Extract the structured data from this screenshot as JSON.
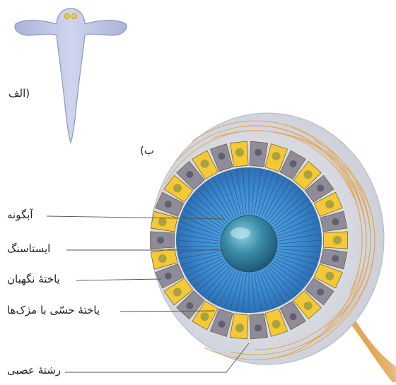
{
  "panel_a_label": "(الف",
  "panel_b_label": "ب)",
  "labels": {
    "vitreous": "آبگونه",
    "statolith": "ایستاسنگ",
    "supporting_cell": "یاختهٔ نگهبان",
    "ciliated_cell": "یاختهٔ حسّی با مژک‌ها",
    "nerve_fiber": "رشتهٔ عصبی"
  },
  "colors": {
    "planarian_body": "#c3cbe6",
    "eyespot": "#f2d21c",
    "sensory_cell": "#f4c935",
    "support_cell": "#8f8c99",
    "cilia_field": "#3f86c8",
    "statolith": "#3a8ca8",
    "nerve": "#e2a657",
    "outer_capsule": "#d9dbe2"
  }
}
